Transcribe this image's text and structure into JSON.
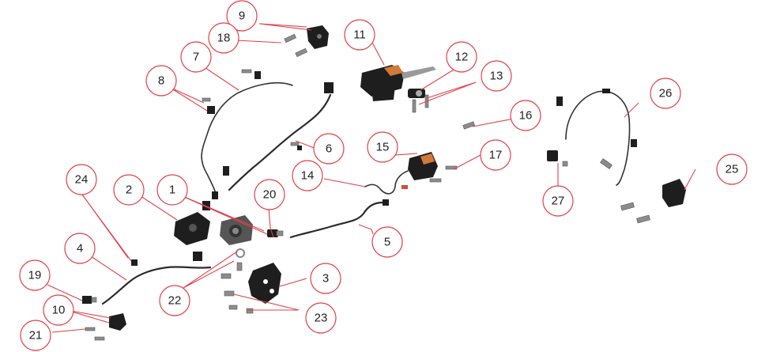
{
  "callouts": [
    {
      "label": "1"
    },
    {
      "label": "2"
    },
    {
      "label": "3"
    },
    {
      "label": "4"
    },
    {
      "label": "5"
    },
    {
      "label": "6"
    },
    {
      "label": "7"
    },
    {
      "label": "8"
    },
    {
      "label": "9"
    },
    {
      "label": "10"
    },
    {
      "label": "11"
    },
    {
      "label": "12"
    },
    {
      "label": "13"
    },
    {
      "label": "14"
    },
    {
      "label": "15"
    },
    {
      "label": "16"
    },
    {
      "label": "17"
    },
    {
      "label": "18"
    },
    {
      "label": "19"
    },
    {
      "label": "20"
    },
    {
      "label": "21"
    },
    {
      "label": "22"
    },
    {
      "label": "23"
    },
    {
      "label": "24"
    },
    {
      "label": "25"
    },
    {
      "label": "26"
    },
    {
      "label": "27"
    }
  ],
  "colors": {
    "callout_stroke": "#e0414a",
    "part": "#1e1e1e",
    "caliper_accent": "#d27a3a"
  }
}
